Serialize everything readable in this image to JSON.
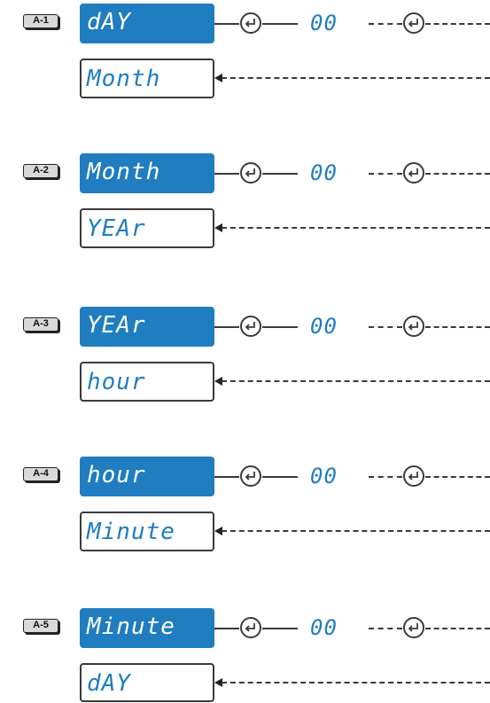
{
  "steps": [
    {
      "label": "A-1",
      "current": "dAY",
      "value": "00",
      "next": "Month"
    },
    {
      "label": "A-2",
      "current": "Month",
      "value": "00",
      "next": "YEAr"
    },
    {
      "label": "A-3",
      "current": "YEAr",
      "value": "00",
      "next": "hour"
    },
    {
      "label": "A-4",
      "current": "hour",
      "value": "00",
      "next": "Minute"
    },
    {
      "label": "A-5",
      "current": "Minute",
      "value": "00",
      "next": "dAY"
    }
  ],
  "colors": {
    "accent": "#1f7dc0",
    "line": "#3a3a3a",
    "label_bg": "#d9d9d9"
  },
  "icons": {
    "enter": "enter-return-icon"
  }
}
